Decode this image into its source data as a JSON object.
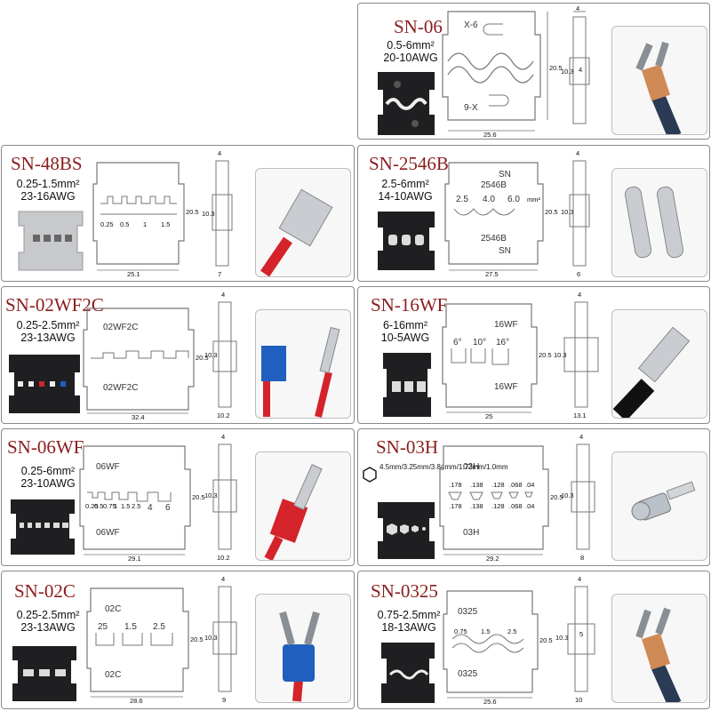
{
  "colors": {
    "title": "#8b1d1d",
    "outline": "#777777",
    "die": "#1f1f22",
    "red_wire": "#d4232a",
    "blue_sleeve": "#1e5fbf"
  },
  "cards": {
    "sn06": {
      "title": "SN-06",
      "range": "0.5-6mm²",
      "awg": "20-10AWG",
      "labels": [
        "X-6",
        "9-X"
      ],
      "w": "25.6",
      "h": "20.5",
      "side_t": "4",
      "side_h": "10.3",
      "side_m": "4"
    },
    "sn48bs": {
      "title": "SN-48BS",
      "range": "0.25-1.5mm²",
      "awg": "23-16AWG",
      "labels": [
        "0.25",
        "0.5",
        "1",
        "1.5"
      ],
      "w": "25.1",
      "h": "20.5",
      "side_t": "4",
      "side_h": "10.3",
      "side_b": "7"
    },
    "sn2546b": {
      "title": "SN-2546B",
      "range": "2.5-6mm²",
      "awg": "14-10AWG",
      "labels": [
        "SN",
        "2546B",
        "2.5",
        "4.0",
        "6.0",
        "mm²",
        "2546B",
        "SN"
      ],
      "w": "27.5",
      "h": "20.5",
      "side_t": "4",
      "side_h": "10.3",
      "side_b": "6"
    },
    "sn02wf2c": {
      "title": "SN-02WF2C",
      "range": "0.25-2.5mm²",
      "awg": "23-13AWG",
      "labels": [
        "02WF2C",
        "02WF2C"
      ],
      "w": "32.4",
      "h": "20.5",
      "side_t": "4",
      "side_h": "10.3",
      "side_b": "10.2"
    },
    "sn16wf": {
      "title": "SN-16WF",
      "range": "6-16mm²",
      "awg": "10-5AWG",
      "labels": [
        "16WF",
        "6°",
        "10°",
        "16°",
        "16WF"
      ],
      "w": "25",
      "h": "20.5",
      "side_t": "4",
      "side_h": "10.3",
      "side_b": "13.1"
    },
    "sn06wf": {
      "title": "SN-06WF",
      "range": "0.25-6mm²",
      "awg": "23-10AWG",
      "labels": [
        "06WF",
        "0.25",
        "0.5",
        "0.75",
        "1",
        "1.5",
        "2.5",
        "4",
        "6",
        "06WF"
      ],
      "w": "29.1",
      "h": "20.5",
      "side_t": "4",
      "side_h": "10.3",
      "side_b": "10.2"
    },
    "sn03h": {
      "title": "SN-03H",
      "hex": "4.5mm/3.25mm/3.84mm/1.72mm/1.0mm",
      "labels": [
        "03H",
        ".178",
        ".138",
        ".128",
        ".068",
        ".04",
        ".178",
        ".138",
        ".128",
        ".068",
        ".04",
        "03H"
      ],
      "w": "29.2",
      "h": "20.5",
      "side_t": "4",
      "side_h": "10.3",
      "side_b": "8"
    },
    "sn02c": {
      "title": "SN-02C",
      "range": "0.25-2.5mm²",
      "awg": "23-13AWG",
      "labels": [
        "02C",
        "25",
        "1.5",
        "2.5",
        "02C"
      ],
      "w": "28.6",
      "h": "20.5",
      "side_t": "4",
      "side_h": "10.3",
      "side_b": "9"
    },
    "sn0325": {
      "title": "SN-0325",
      "range": "0.75-2.5mm²",
      "awg": "18-13AWG",
      "labels": [
        "0325",
        "0.75",
        "1.5",
        "2.5",
        "0325"
      ],
      "w": "25.6",
      "h": "20.5",
      "side_t": "4",
      "side_h": "10.3",
      "side_m": "5",
      "side_b": "10"
    }
  }
}
